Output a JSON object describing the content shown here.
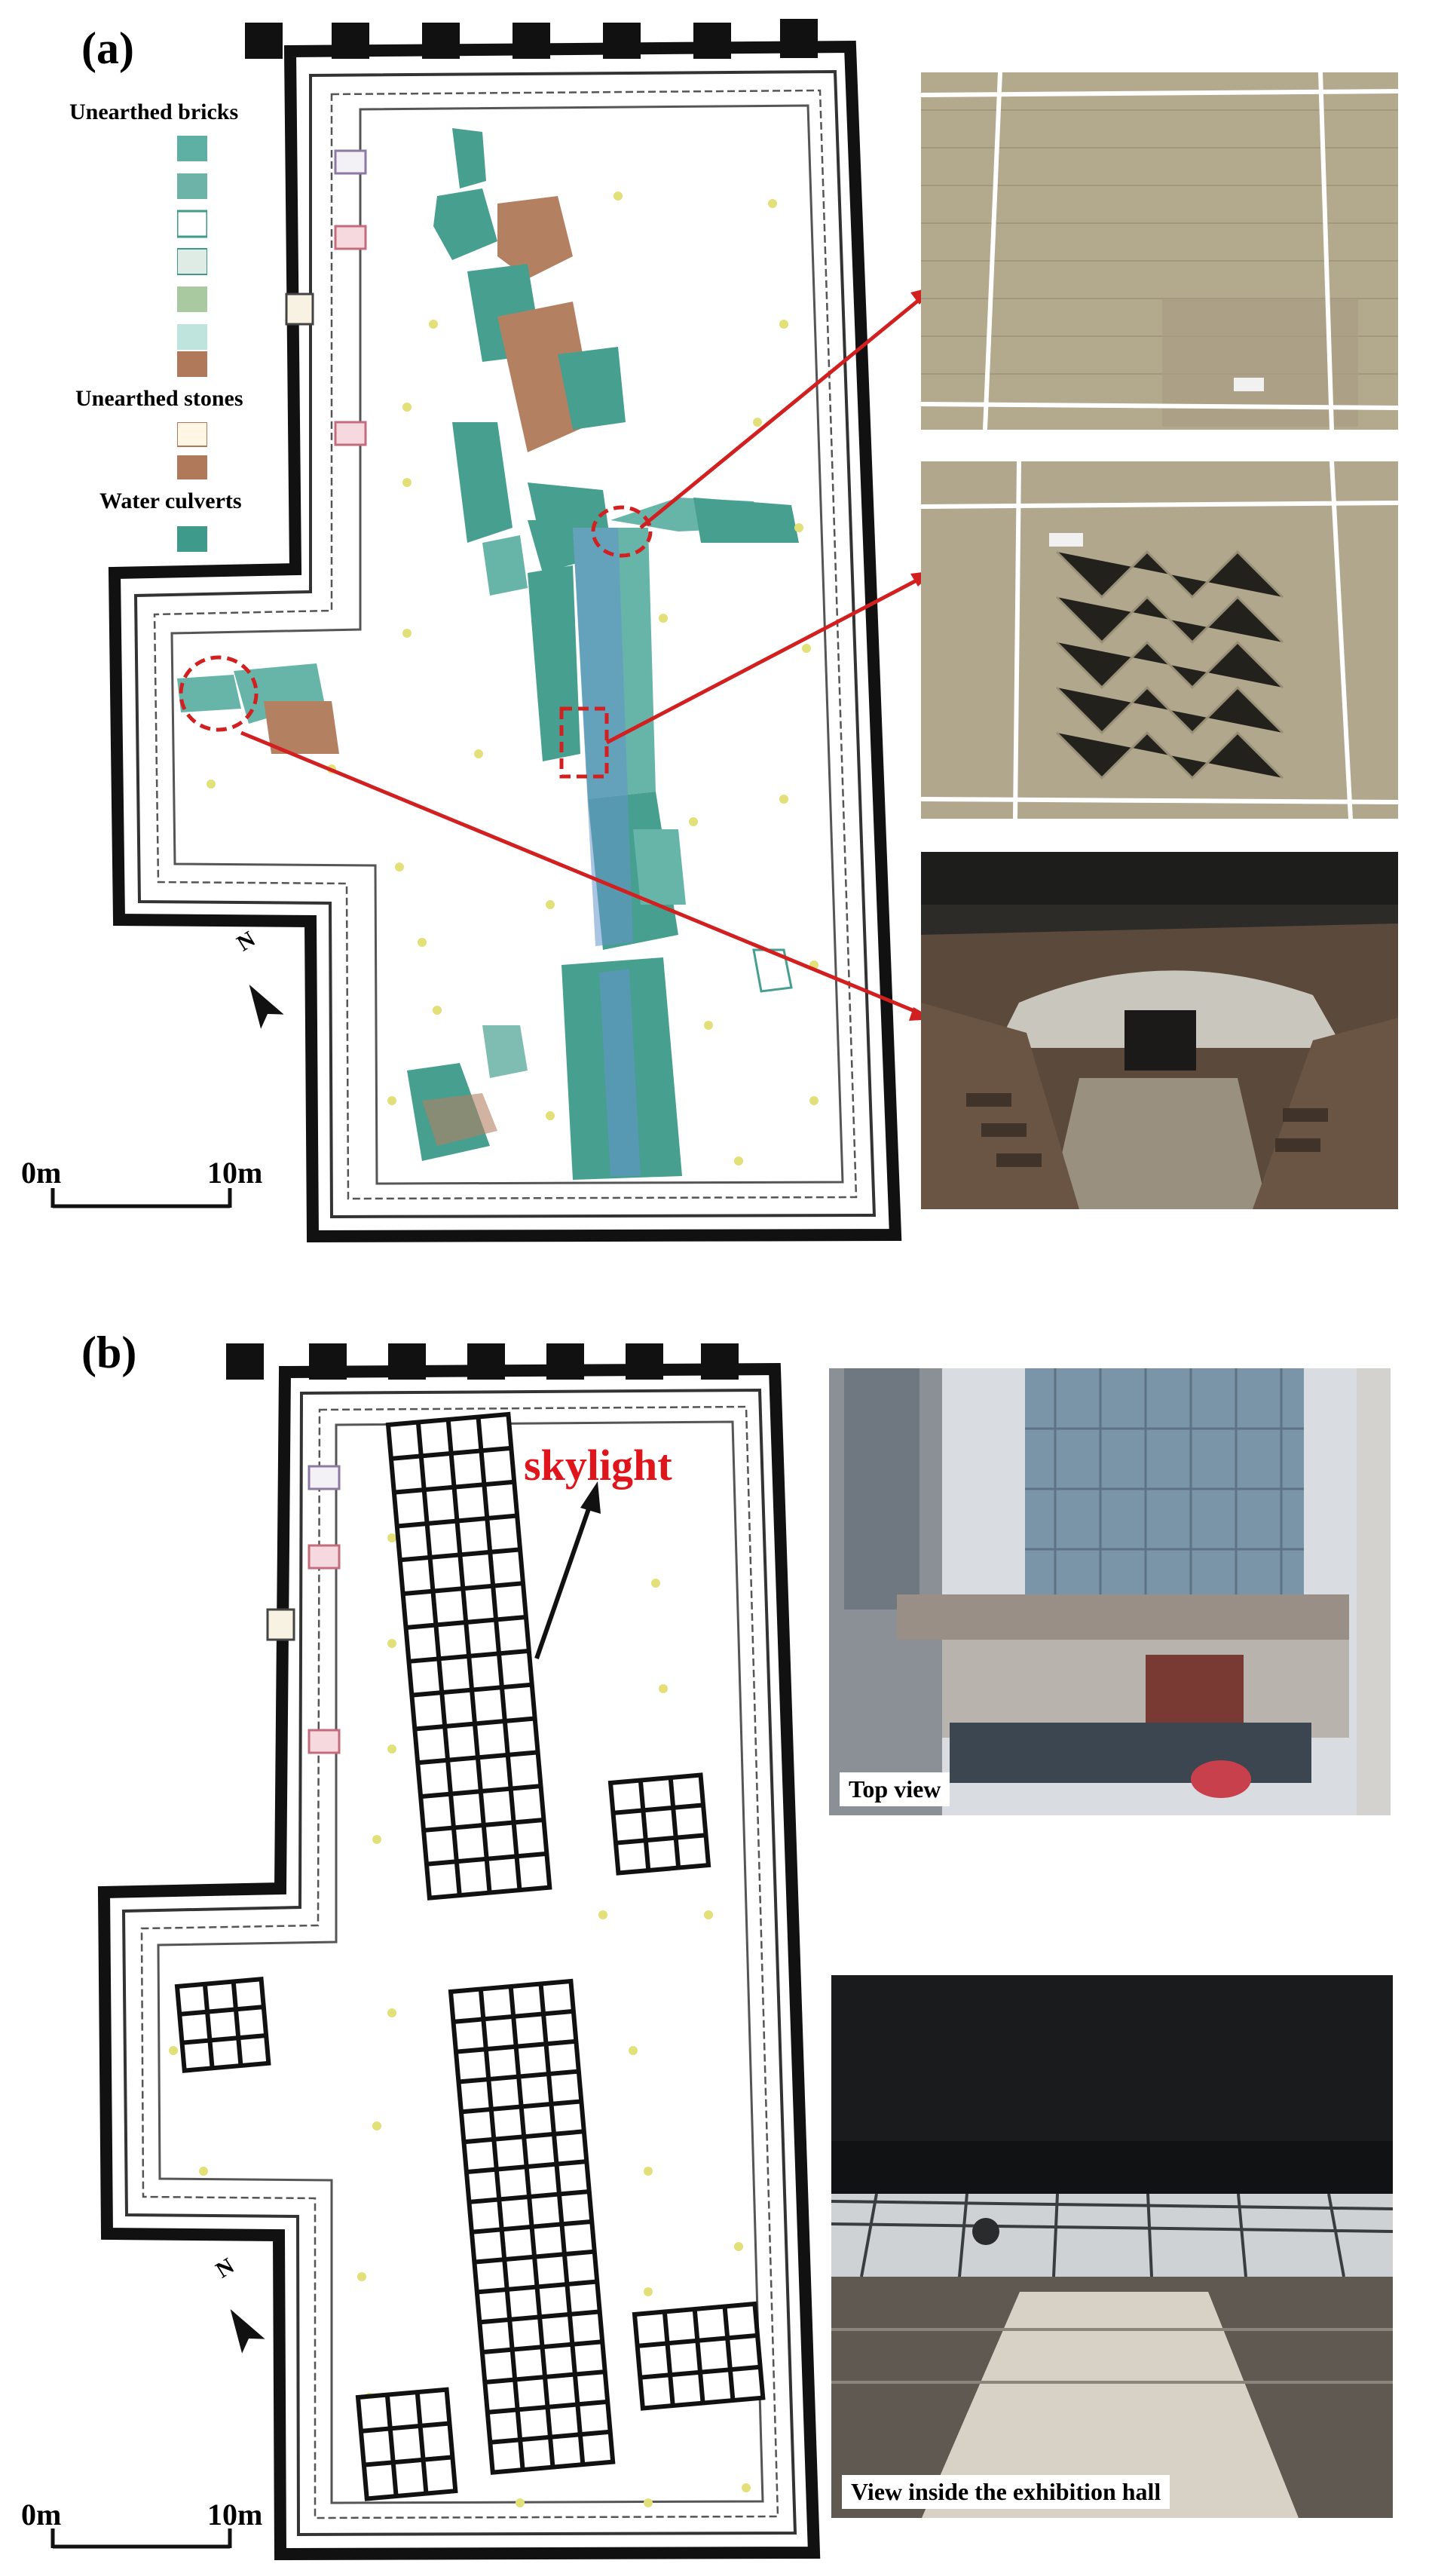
{
  "panel_a": {
    "label": "(a)",
    "legend": {
      "bricks_title": "Unearthed bricks",
      "stones_title": "Unearthed stones",
      "culverts_title": "Water culverts"
    },
    "scale": {
      "start": "0m",
      "end": "10m"
    },
    "north": "N"
  },
  "panel_b": {
    "label": "(b)",
    "skylight_label": "skylight",
    "scale": {
      "start": "0m",
      "end": "10m"
    },
    "north": "N",
    "photo_top_caption": "Top view",
    "photo_hall_caption": "View inside the exhibition hall"
  },
  "colors": {
    "culvert": "#3e9a8a",
    "brick_teal": "#5fb0a4",
    "stone_brown": "#b07a5a",
    "marker_yellow": "#e3e07a",
    "highlight_red": "#d21f1f",
    "skylight_red": "#e0141b"
  }
}
